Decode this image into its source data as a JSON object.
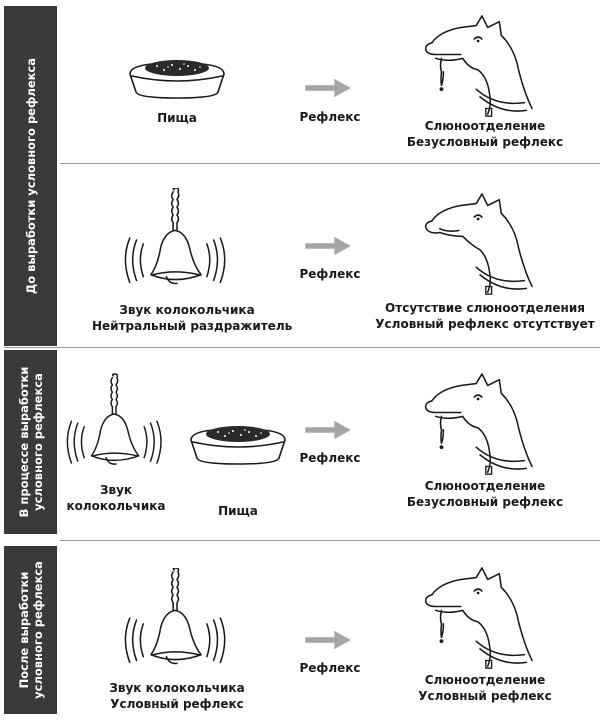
{
  "sections": [
    {
      "title": "До выработки условного рефлекса"
    },
    {
      "title": "В процессе выработки\nусловного рефлекса"
    },
    {
      "title": "После выработки\nусловного рефлекса"
    }
  ],
  "rows": [
    {
      "stimulus": [
        "Пища"
      ],
      "arrow": "Рефлекс",
      "result": [
        "Слюноотделение",
        "Безусловный рефлекс"
      ]
    },
    {
      "stimulus": [
        "Звук колокольчика",
        "Нейтральный раздражитель"
      ],
      "arrow": "Рефлекс",
      "result": [
        "Отсутствие слюноотделения",
        "Условный рефлекс отсутствует"
      ]
    },
    {
      "stimulus_bell": [
        "Звук",
        "колокольчика"
      ],
      "stimulus_food": [
        "Пища"
      ],
      "arrow": "Рефлекс",
      "result": [
        "Слюноотделение",
        "Безусловный рефлекс"
      ]
    },
    {
      "stimulus": [
        "Звук колокольчика",
        "Условный рефлекс"
      ],
      "arrow": "Рефлекс",
      "result": [
        "Слюноотделение",
        "Условный рефлекс"
      ]
    }
  ],
  "colors": {
    "sidebar": "#3a3a3a",
    "arrow": "#a5a5a5",
    "divider": "#9a9a9a"
  },
  "icons": [
    "food-bowl-icon",
    "bell-icon",
    "dog-head-icon",
    "arrow-right-icon"
  ]
}
